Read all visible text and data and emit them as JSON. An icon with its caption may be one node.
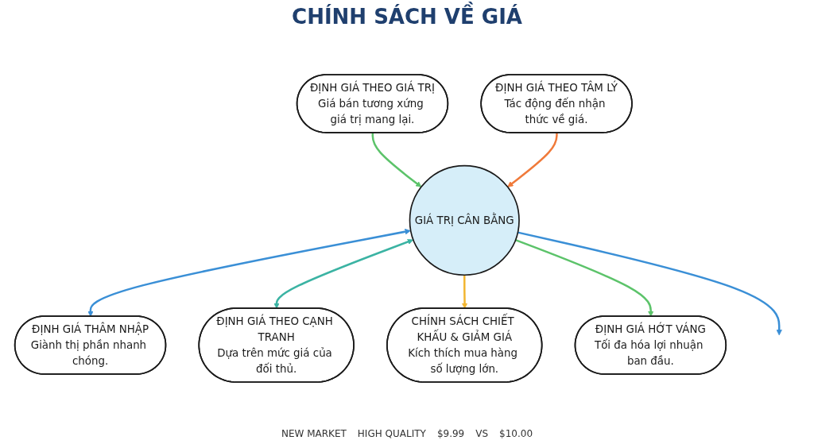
{
  "diagram": {
    "title": "CHÍNH SÁCH VỀ GIÁ",
    "nodes": [
      {
        "text": [
          "ĐỊNH GIÁ THÂM NHẬP",
          "Giành thị phần nhanh chóng."
        ]
      },
      {
        "text": [
          "ĐỊNH GIÁ THEO CẠNH TRANH",
          "Dựa trên mức giá của đối thủ."
        ]
      },
      {
        "text": [
          "CHÍNH SÁCH CHIẾT KHẤU & GIẢM GIÁ",
          "Kích thích mua hàng số lượng lớn."
        ]
      },
      {
        "text": [
          "ĐỊNH GIÁ HỚT VÁNG",
          "Tối đa hóa lợi nhuận ban đầu."
        ]
      },
      {
        "text": [
          "ĐỊNH GIÁ THEO GIÁ TRỊ",
          "Giá bán tương xứng giá trị mang lại."
        ]
      },
      {
        "text": [
          "ĐỊNH GIÁ THEO TÂM LÝ",
          "Tác động đến nhận thức về giá."
        ]
      },
      {
        "text": [
          "GIÁ TRỊ CÂN BẰNG"
        ]
      }
    ],
    "edges": [
      {
        "from": 6,
        "to": 0,
        "arrow": "both",
        "color": "#3a8fd6"
      },
      {
        "from": 6,
        "to": 1,
        "arrow": "both",
        "color": "#3bb3a3"
      },
      {
        "from": 6,
        "to": 2,
        "arrow": "to",
        "color": "#f2b632"
      },
      {
        "from": 6,
        "to": 3,
        "arrow": "to",
        "color": "#5cc36a"
      },
      {
        "from": 4,
        "to": 6,
        "arrow": "to",
        "color": "#5cc36a"
      },
      {
        "from": 5,
        "to": 6,
        "arrow": "to",
        "color": "#f07a3a"
      },
      {
        "from": 6,
        "to": null,
        "arrow": "to",
        "color": "#3a8fd6"
      }
    ],
    "labels": [
      "NEW MARKET",
      "HIGH QUALITY",
      "$9.99",
      "VS",
      "$10.00"
    ]
  }
}
